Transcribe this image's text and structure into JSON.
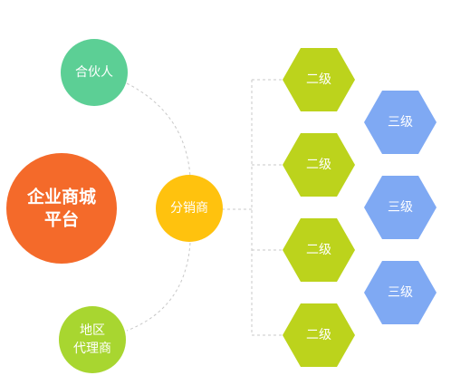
{
  "colors": {
    "platform": "#f46a2a",
    "partner": "#5ccf95",
    "regional": "#a8d630",
    "distributor": "#ffc20e",
    "level2": "#bcd31c",
    "level3": "#7fa9f3",
    "connector": "#c8c8c8"
  },
  "platform": {
    "line1": "企业商城",
    "line2": "平台"
  },
  "partner": {
    "label": "合伙人"
  },
  "regional": {
    "line1": "地区",
    "line2": "代理商"
  },
  "distributor": {
    "label": "分销商"
  },
  "level2": [
    {
      "label": "二级"
    },
    {
      "label": "二级"
    },
    {
      "label": "二级"
    },
    {
      "label": "二级"
    }
  ],
  "level3": [
    {
      "label": "三级"
    },
    {
      "label": "三级"
    },
    {
      "label": "三级"
    }
  ]
}
